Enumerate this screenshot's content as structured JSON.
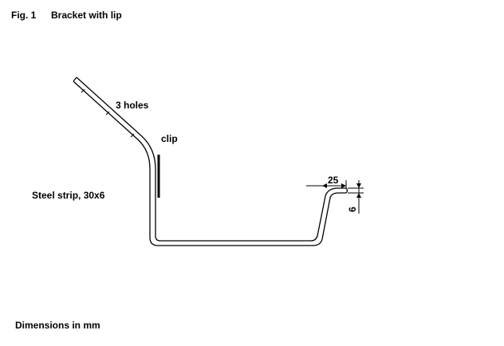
{
  "figure": {
    "number_label": "Fig. 1",
    "title": "Bracket with lip"
  },
  "labels": {
    "holes": "3 holes",
    "clip": "clip",
    "material": "Steel strip, 30x6",
    "units_note": "Dimensions in mm"
  },
  "dimensions": {
    "lip_length": "25",
    "lip_thickness": "6"
  }
}
